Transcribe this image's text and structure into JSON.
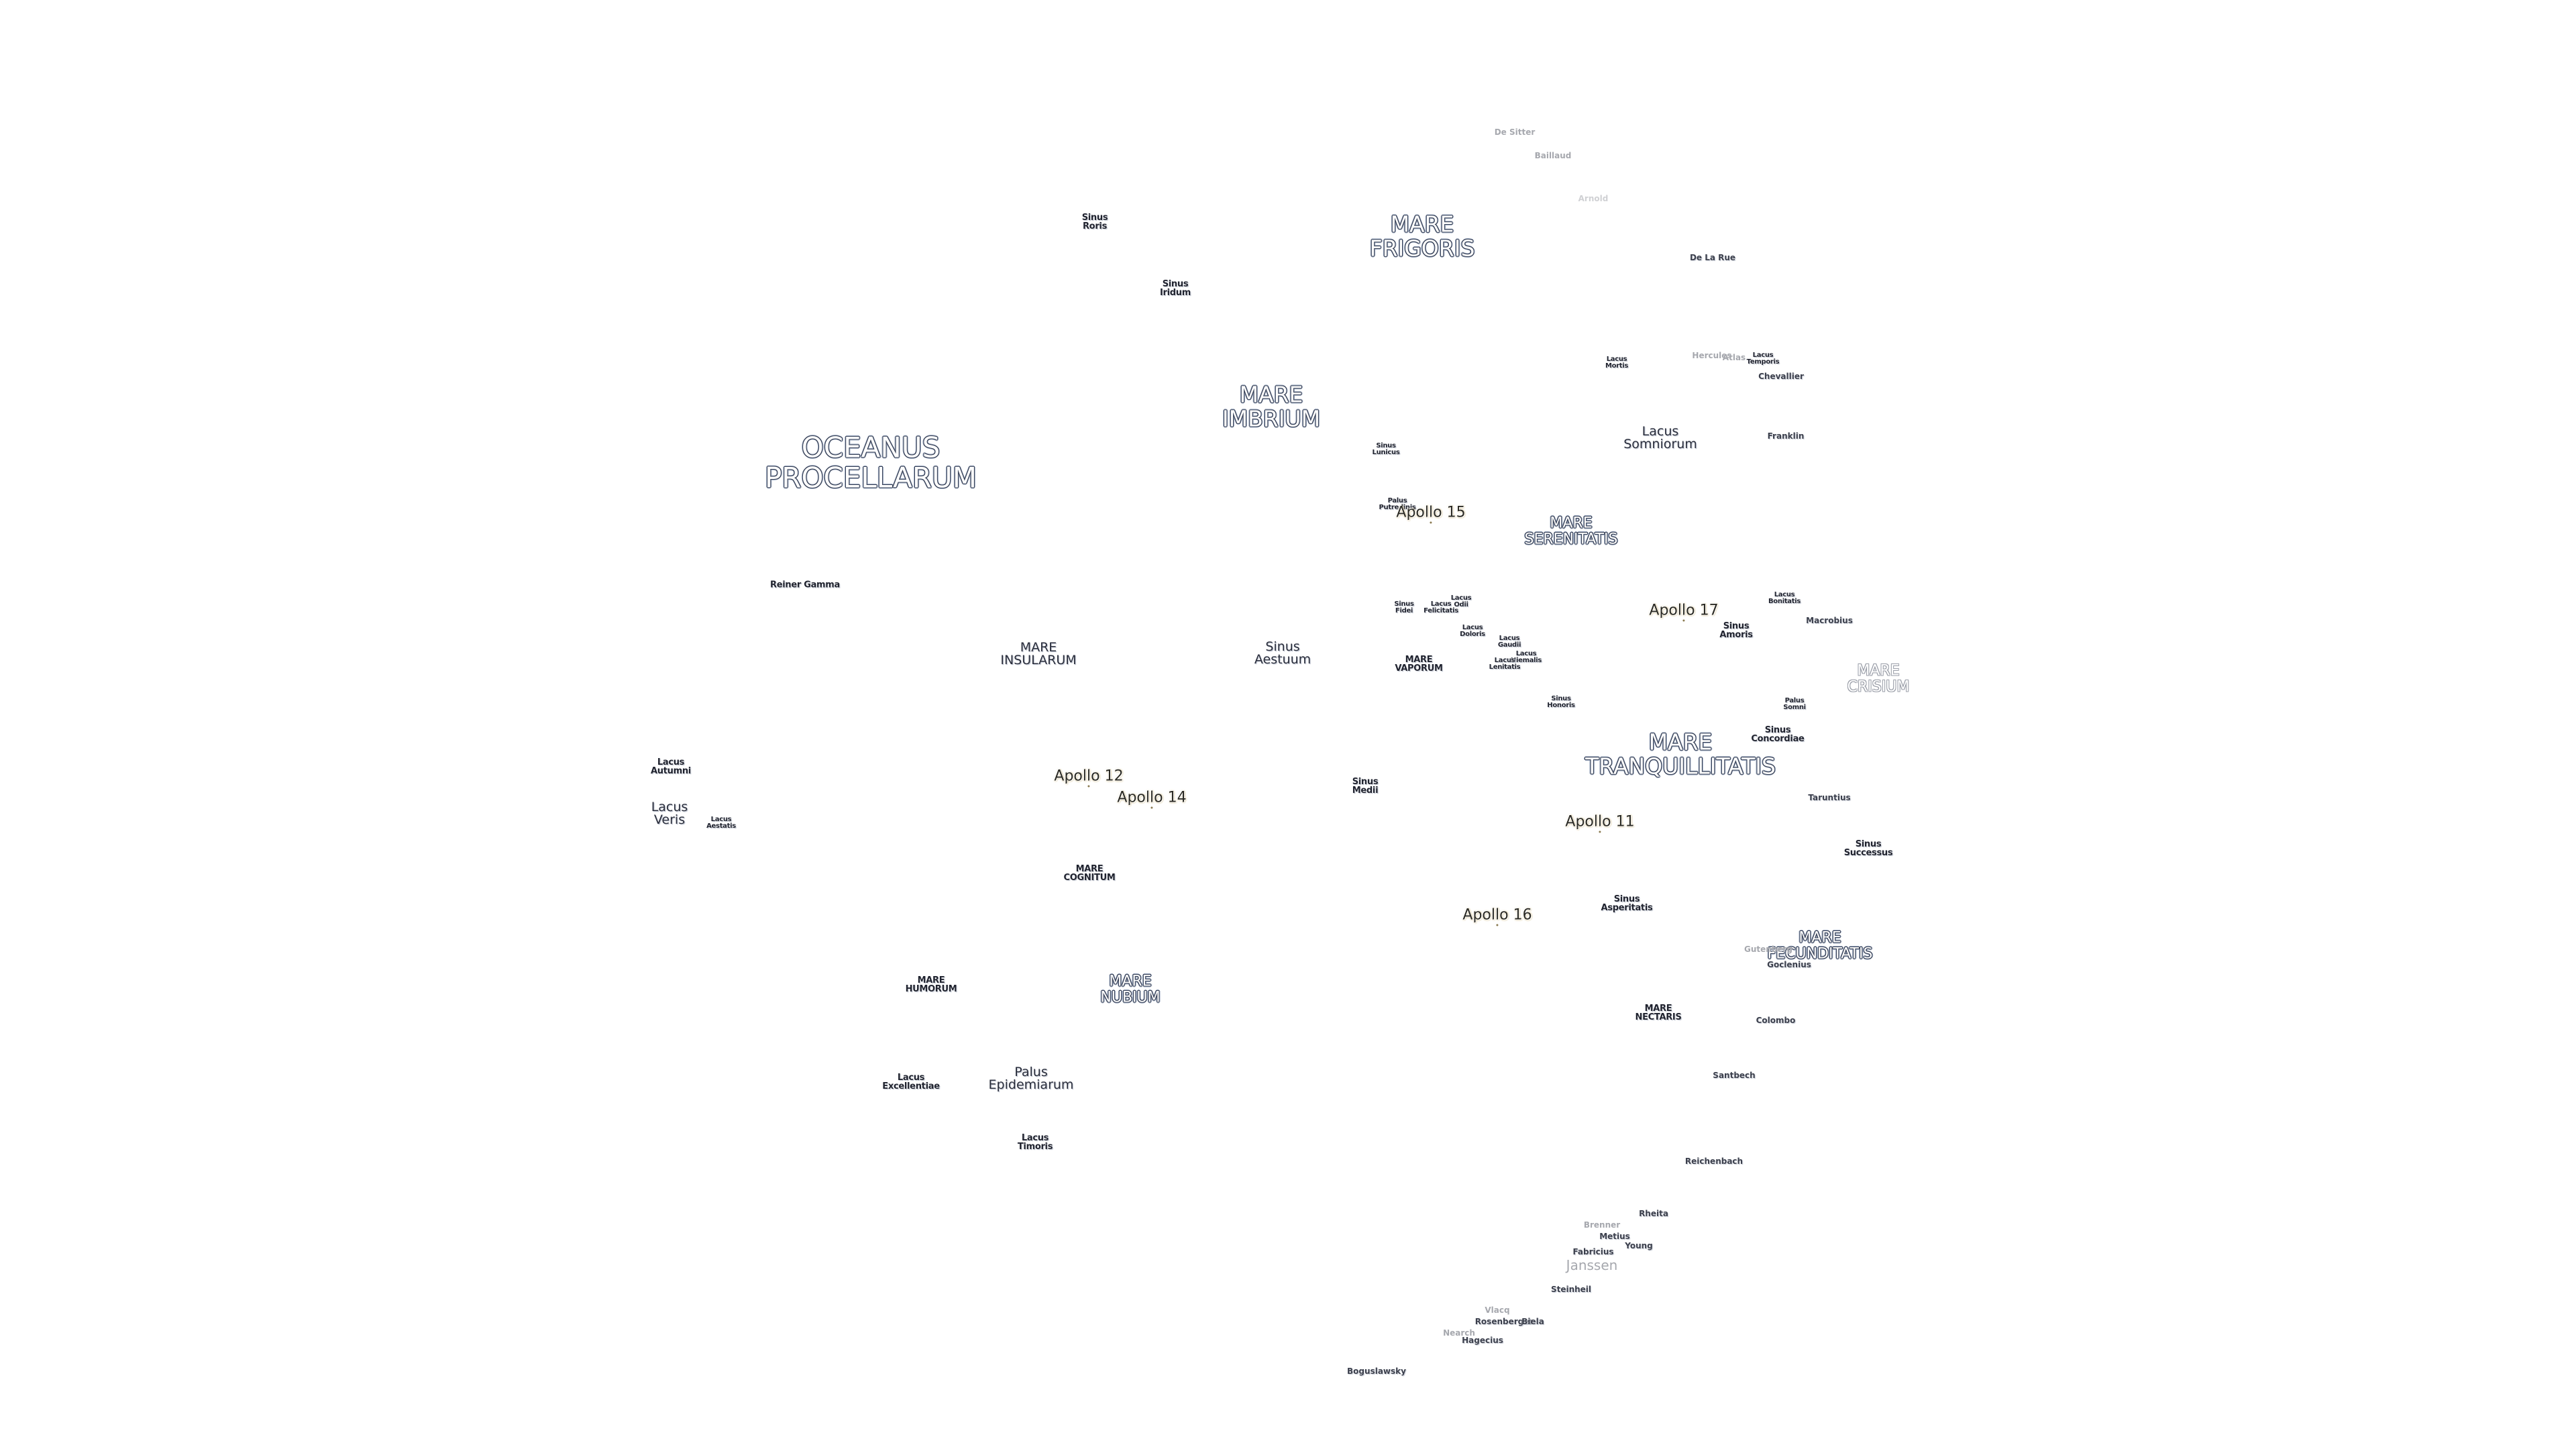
{
  "features": [
    {
      "id": "oceanus-procellarum",
      "text": "OCEANUS\nPROCELLARUM",
      "cls": "mare ocean"
    },
    {
      "id": "mare-frigoris",
      "text": "MARE\nFRIGORIS",
      "cls": "mare"
    },
    {
      "id": "mare-imbrium",
      "text": "MARE\nIMBRIUM",
      "cls": "mare"
    },
    {
      "id": "mare-serenitatis",
      "text": "MARE\nSERENITATIS",
      "cls": "mare mare-sm"
    },
    {
      "id": "mare-tranquillitatis",
      "text": "MARE\nTRANQUILLITATIS",
      "cls": "mare"
    },
    {
      "id": "mare-crisium",
      "text": "MARE\nCRISIUM",
      "cls": "mare mare-sm faded"
    },
    {
      "id": "mare-fecunditatis",
      "text": "MARE\nFECUNDITATIS",
      "cls": "mare mare-sm"
    },
    {
      "id": "mare-nubium",
      "text": "MARE\nNUBIUM",
      "cls": "mare mare-sm"
    },
    {
      "id": "mare-humorum",
      "text": "MARE\nHUMORUM",
      "cls": "small"
    },
    {
      "id": "mare-cognitum",
      "text": "MARE\nCOGNITUM",
      "cls": "small"
    },
    {
      "id": "mare-insularum",
      "text": "MARE\nINSULARUM",
      "cls": "medium"
    },
    {
      "id": "mare-vaporum",
      "text": "MARE\nVAPORUM",
      "cls": "small"
    },
    {
      "id": "mare-nectaris",
      "text": "MARE\nNECTARIS",
      "cls": "small"
    },
    {
      "id": "sinus-roris",
      "text": "Sinus\nRoris",
      "cls": "small"
    },
    {
      "id": "sinus-iridum",
      "text": "Sinus\nIridum",
      "cls": "small"
    },
    {
      "id": "sinus-aestuum",
      "text": "Sinus\nAestuum",
      "cls": "medium"
    },
    {
      "id": "sinus-medii",
      "text": "Sinus\nMedii",
      "cls": "small"
    },
    {
      "id": "sinus-lunicus",
      "text": "Sinus\nLunicus",
      "cls": "small tiny"
    },
    {
      "id": "sinus-fidei",
      "text": "Sinus\nFidei",
      "cls": "small tiny"
    },
    {
      "id": "sinus-amoris",
      "text": "Sinus\nAmoris",
      "cls": "small"
    },
    {
      "id": "sinus-honoris",
      "text": "Sinus\nHonoris",
      "cls": "small tiny"
    },
    {
      "id": "sinus-concordiae",
      "text": "Sinus\nConcordiae",
      "cls": "small"
    },
    {
      "id": "sinus-successus",
      "text": "Sinus\nSuccessus",
      "cls": "small faded-small"
    },
    {
      "id": "sinus-asperitatis",
      "text": "Sinus\nAsperitatis",
      "cls": "small"
    },
    {
      "id": "lacus-mortis",
      "text": "Lacus\nMortis",
      "cls": "small tiny"
    },
    {
      "id": "lacus-temporis",
      "text": "Lacus\nTemporis",
      "cls": "small tiny"
    },
    {
      "id": "lacus-somniorum",
      "text": "Lacus\nSomniorum",
      "cls": "medium"
    },
    {
      "id": "lacus-bonitatis",
      "text": "Lacus\nBonitatis",
      "cls": "small tiny"
    },
    {
      "id": "lacus-felicitatis",
      "text": "Lacus\nFelicitatis",
      "cls": "small tiny"
    },
    {
      "id": "lacus-odii",
      "text": "Lacus\nOdii",
      "cls": "small tiny"
    },
    {
      "id": "lacus-doloris",
      "text": "Lacus\nDoloris",
      "cls": "small tiny"
    },
    {
      "id": "lacus-gaudii",
      "text": "Lacus\nGaudii",
      "cls": "small tiny"
    },
    {
      "id": "lacus-hiemalis",
      "text": "Lacus\nHiemalis",
      "cls": "small tiny"
    },
    {
      "id": "lacus-lenitatis",
      "text": "Lacus\nLenitatis",
      "cls": "small tiny"
    },
    {
      "id": "lacus-autumni",
      "text": "Lacus\nAutumni",
      "cls": "small"
    },
    {
      "id": "lacus-veris",
      "text": "Lacus\nVeris",
      "cls": "medium"
    },
    {
      "id": "lacus-aestatis",
      "text": "Lacus\nAestatis",
      "cls": "small tiny"
    },
    {
      "id": "lacus-excellentiae",
      "text": "Lacus\nExcellentiae",
      "cls": "small"
    },
    {
      "id": "lacus-timoris",
      "text": "Lacus\nTimoris",
      "cls": "small"
    },
    {
      "id": "palus-putredinis",
      "text": "Palus\nPutredinis",
      "cls": "small tiny"
    },
    {
      "id": "palus-somni",
      "text": "Palus\nSomni",
      "cls": "small tiny"
    },
    {
      "id": "palus-epidemiarum",
      "text": "Palus\nEpidemiarum",
      "cls": "medium"
    },
    {
      "id": "reiner-gamma",
      "text": "Reiner Gamma",
      "cls": "small"
    },
    {
      "id": "de-sitter",
      "text": "De Sitter",
      "cls": "crater faded"
    },
    {
      "id": "baillaud",
      "text": "Baillaud",
      "cls": "crater faded"
    },
    {
      "id": "arnold",
      "text": "Arnold",
      "cls": "crater faint"
    },
    {
      "id": "de-la-rue",
      "text": "De La Rue",
      "cls": "crater"
    },
    {
      "id": "hercules",
      "text": "Hercules",
      "cls": "crater faded"
    },
    {
      "id": "atlas",
      "text": "Atlas",
      "cls": "crater faded"
    },
    {
      "id": "chevallier",
      "text": "Chevallier",
      "cls": "crater"
    },
    {
      "id": "franklin",
      "text": "Franklin",
      "cls": "crater"
    },
    {
      "id": "macrobius",
      "text": "Macrobius",
      "cls": "crater"
    },
    {
      "id": "taruntius",
      "text": "Taruntius",
      "cls": "crater"
    },
    {
      "id": "goclenius",
      "text": "Goclenius",
      "cls": "crater"
    },
    {
      "id": "gutenberg",
      "text": "Gutenberg",
      "cls": "crater faded"
    },
    {
      "id": "colombo",
      "text": "Colombo",
      "cls": "crater"
    },
    {
      "id": "santbech",
      "text": "Santbech",
      "cls": "crater"
    },
    {
      "id": "reichenbach",
      "text": "Reichenbach",
      "cls": "crater"
    },
    {
      "id": "rheita",
      "text": "Rheita",
      "cls": "crater"
    },
    {
      "id": "brenner",
      "text": "Brenner",
      "cls": "crater faded"
    },
    {
      "id": "metius",
      "text": "Metius",
      "cls": "crater"
    },
    {
      "id": "fabricius",
      "text": "Fabricius",
      "cls": "crater"
    },
    {
      "id": "young",
      "text": "Young",
      "cls": "crater"
    },
    {
      "id": "janssen",
      "text": "Janssen",
      "cls": "crater faded big"
    },
    {
      "id": "steinheil",
      "text": "Steinheil",
      "cls": "crater"
    },
    {
      "id": "vlacq",
      "text": "Vlacq",
      "cls": "crater faded"
    },
    {
      "id": "rosenberger",
      "text": "Rosenberger",
      "cls": "crater"
    },
    {
      "id": "biela",
      "text": "Biela",
      "cls": "crater"
    },
    {
      "id": "nearch",
      "text": "Nearch",
      "cls": "crater faded"
    },
    {
      "id": "hagecius",
      "text": "Hagecius",
      "cls": "crater"
    },
    {
      "id": "boguslawsky",
      "text": "Boguslawsky",
      "cls": "crater"
    },
    {
      "id": "apollo-15",
      "text": "Apollo 15",
      "cls": "apollo"
    },
    {
      "id": "apollo-17",
      "text": "Apollo 17",
      "cls": "apollo"
    },
    {
      "id": "apollo-12",
      "text": "Apollo 12",
      "cls": "apollo"
    },
    {
      "id": "apollo-14",
      "text": "Apollo 14",
      "cls": "apollo"
    },
    {
      "id": "apollo-11",
      "text": "Apollo 11",
      "cls": "apollo"
    },
    {
      "id": "apollo-16",
      "text": "Apollo 16",
      "cls": "apollo"
    }
  ]
}
